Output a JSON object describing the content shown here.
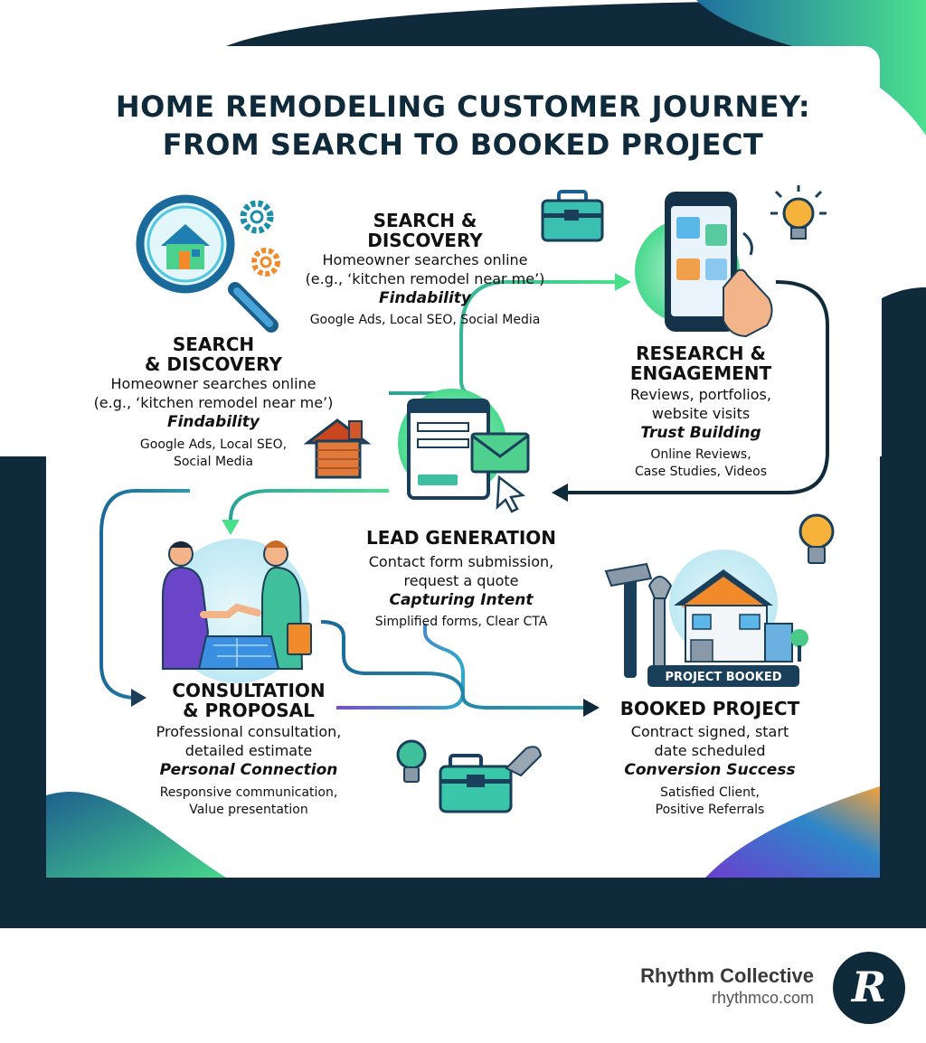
{
  "title": {
    "line1": "HOME REMODELING CUSTOMER JOURNEY:",
    "line2": "FROM SEARCH TO BOOKED PROJECT"
  },
  "steps": {
    "search_top": {
      "heading1": "SEARCH &",
      "heading2": "DISCOVERY",
      "desc1": "Homeowner searches online",
      "desc2": "(e.g., ‘kitchen remodel near me’)",
      "key": "Findability",
      "tactics1": "Google Ads, Local SEO, Social Media"
    },
    "search_left": {
      "heading1": "SEARCH",
      "heading2": "& DISCOVERY",
      "desc1": "Homeowner searches online",
      "desc2": "(e.g., ‘kitchen remodel near me’)",
      "key": "Findability",
      "tactics1": "Google Ads, Local SEO,",
      "tactics2": "Social Media"
    },
    "research": {
      "heading1": "RESEARCH &",
      "heading2": "ENGAGEMENT",
      "desc1": "Reviews, portfolios,",
      "desc2": "website visits",
      "key": "Trust Building",
      "tactics1": "Online Reviews,",
      "tactics2": "Case Studies, Videos"
    },
    "lead": {
      "heading1": "LEAD GENERATION",
      "desc1": "Contact form submission,",
      "desc2": "request a quote",
      "key": "Capturing Intent",
      "tactics1": "Simplified forms, Clear CTA"
    },
    "consultation": {
      "heading1": "CONSULTATION",
      "heading2": "& PROPOSAL",
      "desc1": "Professional consultation,",
      "desc2": "detailed estimate",
      "key": "Personal Connection",
      "tactics1": "Responsive communication,",
      "tactics2": "Value presentation"
    },
    "booked": {
      "heading1": "BOOKED PROJECT",
      "desc1": "Contract signed, start",
      "desc2": "date scheduled",
      "key": "Conversion Success",
      "tactics1": "Satisfied Client,",
      "tactics2": "Positive Referrals",
      "badge": "PROJECT BOOKED"
    }
  },
  "brand": {
    "name": "Rhythm Collective",
    "url": "rhythmco.com",
    "logo_letter": "R"
  },
  "colors": {
    "navy": "#0f2a3a",
    "teal": "#1a8fa8",
    "green": "#4ad98a",
    "purple": "#7c4dd6",
    "orange": "#f08a2a"
  },
  "icons": [
    "magnifier-house-icon",
    "gear-icon",
    "toolbox-icon",
    "smartphone-icon",
    "lightbulb-icon",
    "house-icon",
    "browser-form-icon",
    "envelope-icon",
    "cursor-icon",
    "handshake-icon",
    "hammer-icon",
    "wrench-icon"
  ]
}
